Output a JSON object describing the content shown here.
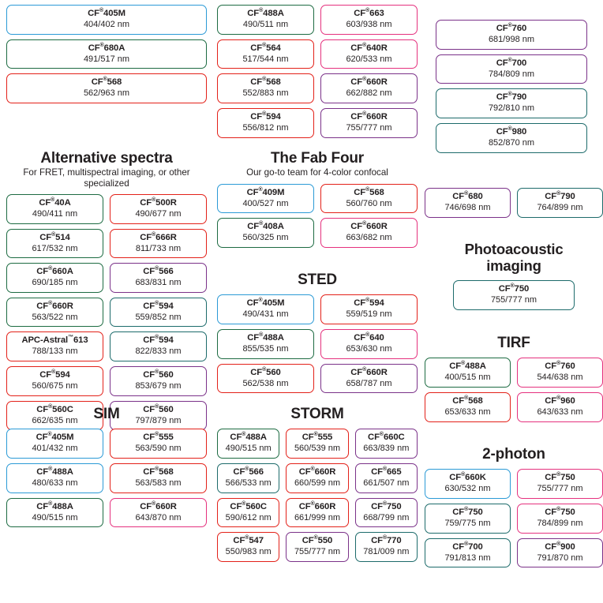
{
  "columns": {
    "left": {
      "top_group": {
        "cards": [
          {
            "name": "CF",
            "reg": "®",
            "suffix": "405M",
            "spec": "404/402 nm",
            "color": "blue"
          },
          {
            "name": "CF",
            "reg": "®",
            "suffix": "680A",
            "spec": "491/517 nm",
            "color": "green"
          },
          {
            "name": "CF",
            "reg": "®",
            "suffix": "568",
            "spec": "562/963 nm",
            "color": "red"
          }
        ]
      },
      "alternative_spectra": {
        "title": "Alternative spectra",
        "subtitle": "For FRET, multispectral imaging, or other specialized",
        "cards": [
          {
            "name": "CF",
            "reg": "®",
            "suffix": "40A",
            "spec": "490/411 nm",
            "color": "green"
          },
          {
            "name": "CF",
            "reg": "®",
            "suffix": "500R",
            "spec": "490/677 nm",
            "color": "red"
          },
          {
            "name": "CF",
            "reg": "®",
            "suffix": "514",
            "spec": "617/532 nm",
            "color": "green"
          },
          {
            "name": "CF",
            "reg": "®",
            "suffix": "666R",
            "spec": "811/733 nm",
            "color": "red"
          },
          {
            "name": "CF",
            "reg": "®",
            "suffix": "660A",
            "spec": "690/185 nm",
            "color": "green"
          },
          {
            "name": "CF",
            "reg": "®",
            "suffix": "566",
            "spec": "683/831 nm",
            "color": "purple"
          },
          {
            "name": "CF",
            "reg": "®",
            "suffix": "660R",
            "spec": "563/522 nm",
            "color": "green"
          },
          {
            "name": "CF",
            "reg": "®",
            "suffix": "594",
            "spec": "559/852 nm",
            "color": "teal"
          },
          {
            "name": "APC-Astral",
            "reg": "™",
            "suffix": "613",
            "spec": "788/133 nm",
            "color": "red"
          },
          {
            "name": "CF",
            "reg": "®",
            "suffix": "594",
            "spec": "822/833 nm",
            "color": "teal"
          },
          {
            "name": "CF",
            "reg": "®",
            "suffix": "594",
            "spec": "560/675 nm",
            "color": "red"
          },
          {
            "name": "CF",
            "reg": "®",
            "suffix": "560",
            "spec": "853/679 nm",
            "color": "purple"
          },
          {
            "name": "CF",
            "reg": "®",
            "suffix": "560C",
            "spec": "662/635 nm",
            "color": "red"
          },
          {
            "name": "CF",
            "reg": "®",
            "suffix": "560",
            "spec": "797/879 nm",
            "color": "purple"
          }
        ]
      },
      "sim": {
        "title": "SIM",
        "subtitle": "",
        "cards": [
          {
            "name": "CF",
            "reg": "®",
            "suffix": "405M",
            "spec": "401/432 nm",
            "color": "blue"
          },
          {
            "name": "CF",
            "reg": "®",
            "suffix": "555",
            "spec": "563/590 nm",
            "color": "red"
          },
          {
            "name": "CF",
            "reg": "®",
            "suffix": "488A",
            "spec": "480/633 nm",
            "color": "blue"
          },
          {
            "name": "CF",
            "reg": "®",
            "suffix": "568",
            "spec": "563/583 nm",
            "color": "red"
          },
          {
            "name": "CF",
            "reg": "®",
            "suffix": "488A",
            "spec": "490/515 nm",
            "color": "green"
          },
          {
            "name": "CF",
            "reg": "®",
            "suffix": "660R",
            "spec": "643/870 nm",
            "color": "magenta"
          }
        ]
      }
    },
    "middle": {
      "top_group": {
        "cards": [
          {
            "name": "CF",
            "reg": "®",
            "suffix": "488A",
            "spec": "490/511 nm",
            "color": "green"
          },
          {
            "name": "CF",
            "reg": "®",
            "suffix": "663",
            "spec": "603/938 nm",
            "color": "magenta"
          },
          {
            "name": "CF",
            "reg": "®",
            "suffix": "564",
            "spec": "517/544 nm",
            "color": "red"
          },
          {
            "name": "CF",
            "reg": "®",
            "suffix": "640R",
            "spec": "620/533 nm",
            "color": "magenta"
          },
          {
            "name": "CF",
            "reg": "®",
            "suffix": "568",
            "spec": "552/883 nm",
            "color": "red"
          },
          {
            "name": "CF",
            "reg": "®",
            "suffix": "660R",
            "spec": "662/882 nm",
            "color": "purple"
          },
          {
            "name": "CF",
            "reg": "®",
            "suffix": "594",
            "spec": "556/812 nm",
            "color": "red"
          },
          {
            "name": "CF",
            "reg": "®",
            "suffix": "660R",
            "spec": "755/777 nm",
            "color": "purple"
          }
        ]
      },
      "fab_four": {
        "title": "The Fab Four",
        "subtitle": "Our go-to team for 4-color confocal",
        "cards": [
          {
            "name": "CF",
            "reg": "®",
            "suffix": "409M",
            "spec": "400/527 nm",
            "color": "blue"
          },
          {
            "name": "CF",
            "reg": "®",
            "suffix": "568",
            "spec": "560/760 nm",
            "color": "red"
          },
          {
            "name": "CF",
            "reg": "®",
            "suffix": "408A",
            "spec": "560/325 nm",
            "color": "green"
          },
          {
            "name": "CF",
            "reg": "®",
            "suffix": "660R",
            "spec": "663/682 nm",
            "color": "magenta"
          }
        ]
      },
      "sted": {
        "title": "STED",
        "subtitle": "",
        "cards": [
          {
            "name": "CF",
            "reg": "®",
            "suffix": "405M",
            "spec": "490/431 nm",
            "color": "blue"
          },
          {
            "name": "CF",
            "reg": "®",
            "suffix": "594",
            "spec": "559/519 nm",
            "color": "red"
          },
          {
            "name": "CF",
            "reg": "®",
            "suffix": "488A",
            "spec": "855/535 nm",
            "color": "green"
          },
          {
            "name": "CF",
            "reg": "®",
            "suffix": "640",
            "spec": "653/630 nm",
            "color": "magenta"
          },
          {
            "name": "CF",
            "reg": "®",
            "suffix": "560",
            "spec": "562/538 nm",
            "color": "red"
          },
          {
            "name": "CF",
            "reg": "®",
            "suffix": "660R",
            "spec": "658/787 nm",
            "color": "purple"
          }
        ]
      },
      "storm": {
        "title": "STORM",
        "subtitle": "",
        "cards": [
          {
            "name": "CF",
            "reg": "®",
            "suffix": "488A",
            "spec": "490/515 nm",
            "color": "green"
          },
          {
            "name": "CF",
            "reg": "®",
            "suffix": "555",
            "spec": "560/539 nm",
            "color": "red"
          },
          {
            "name": "CF",
            "reg": "®",
            "suffix": "660C",
            "spec": "663/839 nm",
            "color": "purple"
          },
          {
            "name": "CF",
            "reg": "®",
            "suffix": "566",
            "spec": "566/533 nm",
            "color": "teal"
          },
          {
            "name": "CF",
            "reg": "®",
            "suffix": "660R",
            "spec": "660/599 nm",
            "color": "red"
          },
          {
            "name": "CF",
            "reg": "®",
            "suffix": "665",
            "spec": "661/507 nm",
            "color": "purple"
          },
          {
            "name": "CF",
            "reg": "®",
            "suffix": "560C",
            "spec": "590/612 nm",
            "color": "red"
          },
          {
            "name": "CF",
            "reg": "®",
            "suffix": "660R",
            "spec": "661/999 nm",
            "color": "red"
          },
          {
            "name": "CF",
            "reg": "®",
            "suffix": "750",
            "spec": "668/799 nm",
            "color": "purple"
          },
          {
            "name": "CF",
            "reg": "®",
            "suffix": "547",
            "spec": "550/983 nm",
            "color": "red"
          },
          {
            "name": "CF",
            "reg": "®",
            "suffix": "550",
            "spec": "755/777 nm",
            "color": "purple"
          },
          {
            "name": "CF",
            "reg": "®",
            "suffix": "770",
            "spec": "781/009 nm",
            "color": "teal"
          }
        ]
      }
    },
    "right": {
      "top_group": {
        "cards": [
          {
            "name": "CF",
            "reg": "®",
            "suffix": "760",
            "spec": "681/998 nm",
            "color": "purple"
          },
          {
            "name": "CF",
            "reg": "®",
            "suffix": "700",
            "spec": "784/809 nm",
            "color": "purple"
          },
          {
            "name": "CF",
            "reg": "®",
            "suffix": "790",
            "spec": "792/810 nm",
            "color": "teal"
          },
          {
            "name": "CF",
            "reg": "®",
            "suffix": "980",
            "spec": "852/870 nm",
            "color": "teal"
          }
        ]
      },
      "pair_group": {
        "cards": [
          {
            "name": "CF",
            "reg": "®",
            "suffix": "680",
            "spec": "746/698 nm",
            "color": "purple"
          },
          {
            "name": "CF",
            "reg": "®",
            "suffix": "790",
            "spec": "764/899 nm",
            "color": "teal"
          }
        ]
      },
      "photoacoustic": {
        "title": "Photoacoustic imaging",
        "title_line1": "Photoacoustic",
        "title_line2": "imaging",
        "subtitle": "",
        "cards": [
          {
            "name": "CF",
            "reg": "®",
            "suffix": "750",
            "spec": "755/777 nm",
            "color": "teal"
          }
        ]
      },
      "tirf": {
        "title": "TIRF",
        "subtitle": "",
        "cards": [
          {
            "name": "CF",
            "reg": "®",
            "suffix": "488A",
            "spec": "400/515 nm",
            "color": "green"
          },
          {
            "name": "CF",
            "reg": "®",
            "suffix": "760",
            "spec": "544/638 nm",
            "color": "magenta"
          },
          {
            "name": "CF",
            "reg": "®",
            "suffix": "568",
            "spec": "653/633 nm",
            "color": "red"
          },
          {
            "name": "CF",
            "reg": "®",
            "suffix": "960",
            "spec": "643/633 nm",
            "color": "magenta"
          }
        ]
      },
      "two_photon": {
        "title": "2-photon",
        "subtitle": "",
        "cards": [
          {
            "name": "CF",
            "reg": "®",
            "suffix": "660K",
            "spec": "630/532 nm",
            "color": "blue"
          },
          {
            "name": "CF",
            "reg": "®",
            "suffix": "750",
            "spec": "755/777 nm",
            "color": "magenta"
          },
          {
            "name": "CF",
            "reg": "®",
            "suffix": "750",
            "spec": "759/775 nm",
            "color": "teal"
          },
          {
            "name": "CF",
            "reg": "®",
            "suffix": "750",
            "spec": "784/899 nm",
            "color": "magenta"
          },
          {
            "name": "CF",
            "reg": "®",
            "suffix": "700",
            "spec": "791/813 nm",
            "color": "teal"
          },
          {
            "name": "CF",
            "reg": "®",
            "suffix": "900",
            "spec": "791/870 nm",
            "color": "purple"
          }
        ]
      }
    }
  },
  "palette": {
    "blue": "#2b9ad6",
    "green": "#1d6b42",
    "red": "#e32119",
    "magenta": "#e5317e",
    "purple": "#7b3289",
    "teal": "#1d6b6b",
    "text": "#231f20",
    "background": "#ffffff"
  }
}
